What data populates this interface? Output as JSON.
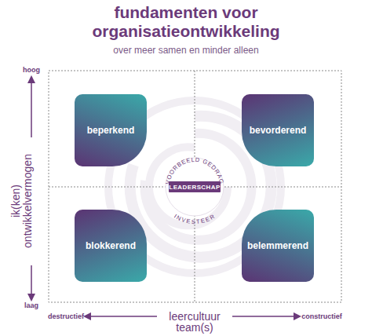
{
  "diagram": {
    "title": "fundamenten voor organisatieontwikkeling",
    "nodes": [
      {
        "text": [
          "beperkend"
        ]
      },
      {
        "text": [
          "bevorderend"
        ]
      },
      {
        "text": [
          "LEADERSCHAP"
        ]
      },
      {
        "text": [
          "blokkerend"
        ]
      },
      {
        "text": [
          "belemmerend"
        ]
      }
    ],
    "labels": [
      "over meer samen en minder alleen",
      "hoog",
      "laag",
      "ik(ken) ontwikkelvermogen",
      "destructief",
      "constructief",
      "leercultuur team(s)",
      "VOORBEELD GEDRAG",
      "INVESTEER"
    ]
  }
}
